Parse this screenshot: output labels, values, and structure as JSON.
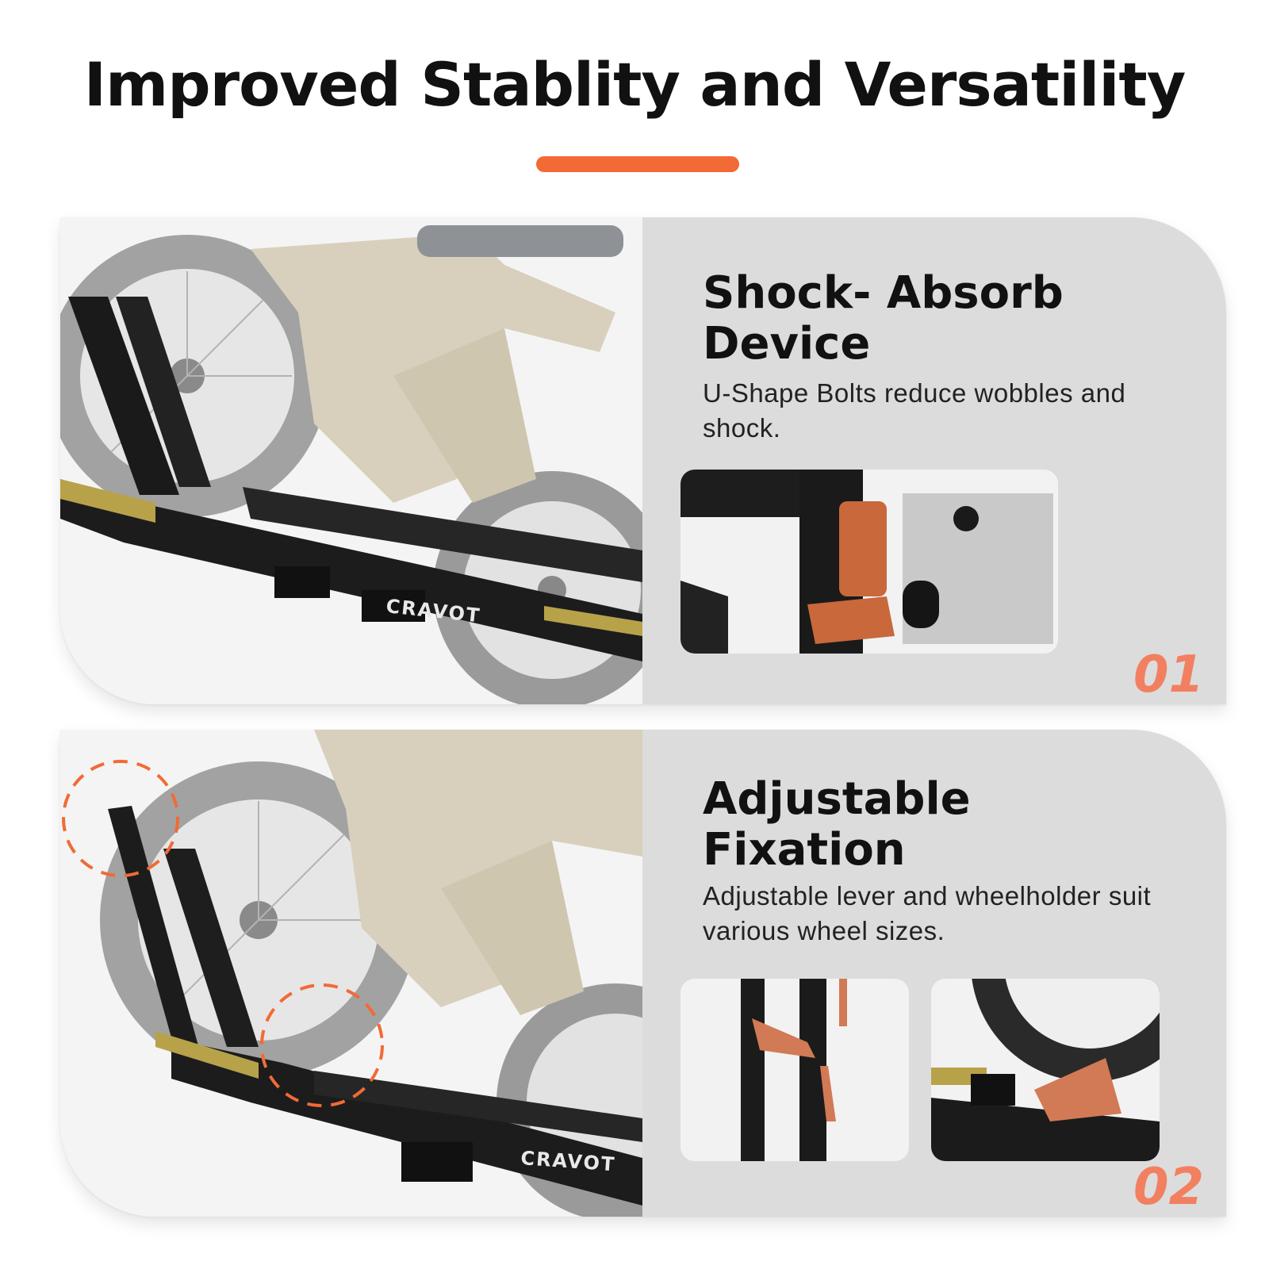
{
  "headline": "Improved Stablity and Versatility",
  "colors": {
    "accent": "#f26a35",
    "panel": "#dcdcdc",
    "number": "#f28060",
    "title": "#111111"
  },
  "brand": "CRAVOT",
  "features": [
    {
      "number": "01",
      "title_lines": [
        "Shock- Absorb",
        "Device"
      ],
      "description": "U-Shape Bolts reduce wobbles and shock.",
      "photo": "bike-rack-photo-loaded",
      "detail_photos": [
        "u-bolt-closeup"
      ]
    },
    {
      "number": "02",
      "title_lines": [
        "Adjustable",
        "Fixation"
      ],
      "description": "Adjustable lever and wheelholder suit various wheel sizes.",
      "photo": "bike-rack-photo-adjustable",
      "detail_photos": [
        "lever-closeup",
        "wheelholder-closeup"
      ]
    }
  ]
}
